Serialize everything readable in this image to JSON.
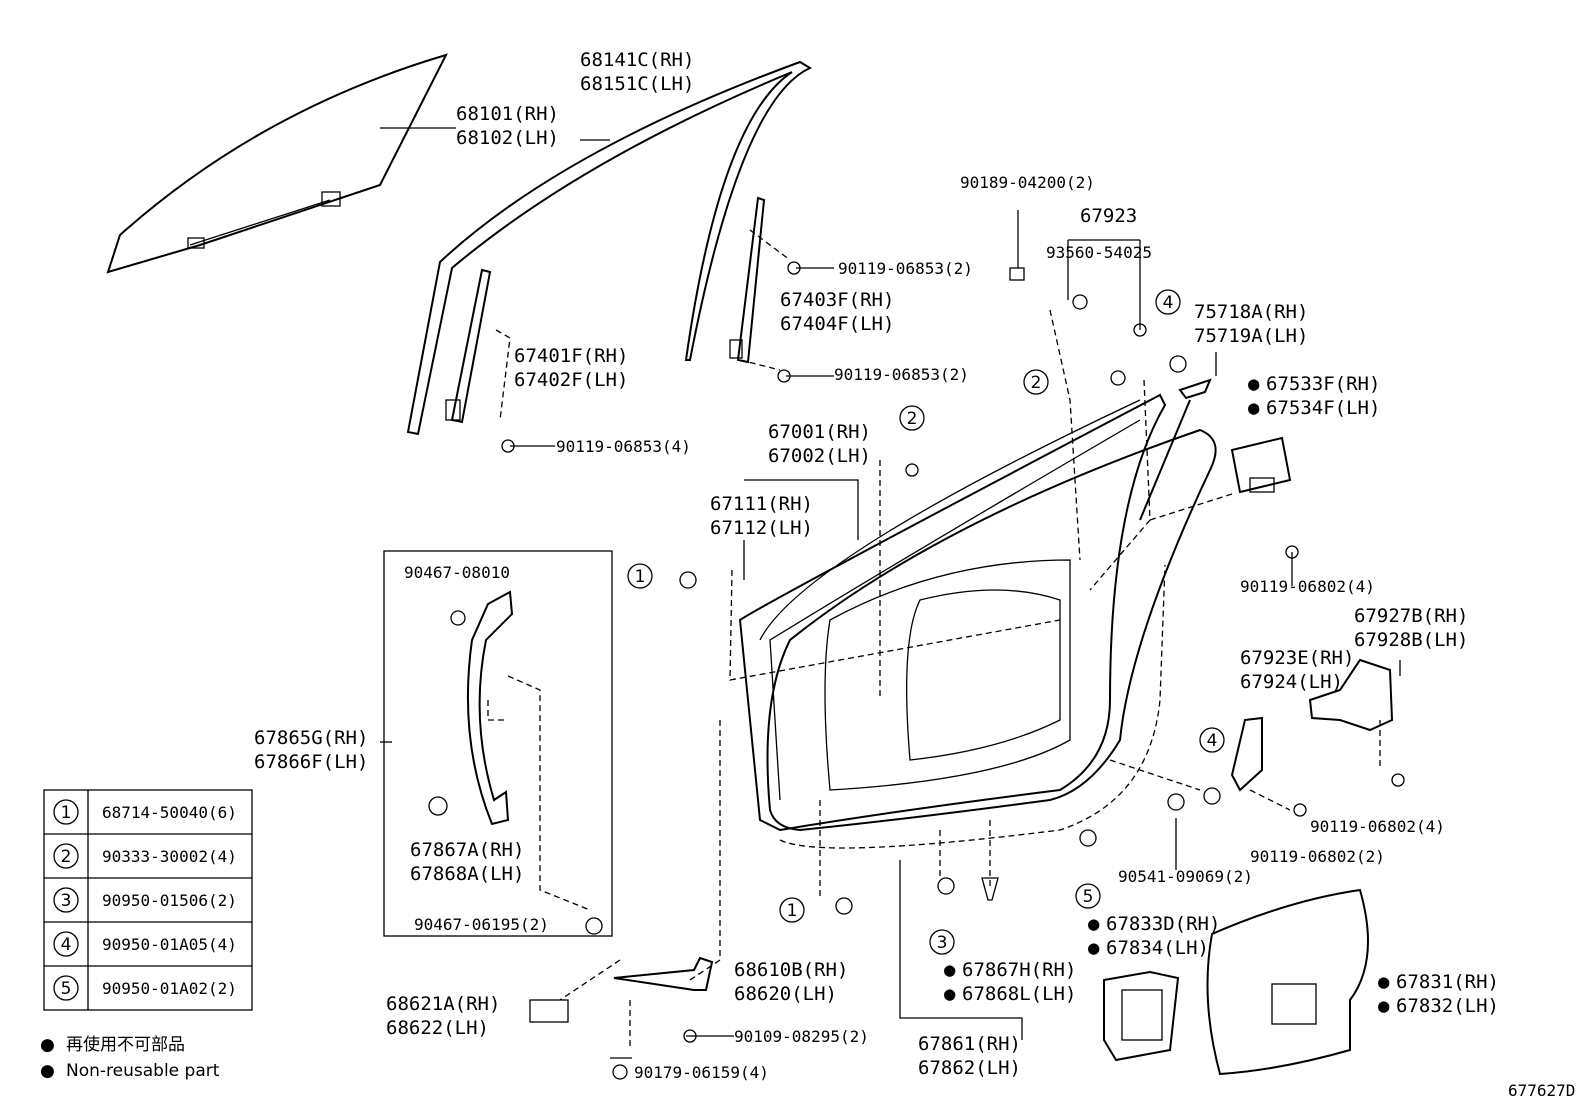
{
  "labels": {
    "windshield_glass_rh": "68101(RH)",
    "windshield_glass_lh": "68102(LH)",
    "run_channel_rh": "68141C(RH)",
    "run_channel_lh": "68151C(LH)",
    "bolt_a": "90119-06853(2)",
    "rear_channel_rh": "67403F(RH)",
    "rear_channel_lh": "67404F(LH)",
    "bolt_b": "90119-06853(2)",
    "front_channel_rh": "67401F(RH)",
    "front_channel_lh": "67402F(LH)",
    "bolt_c": "90119-06853(4)",
    "door_panel_rh": "67001(RH)",
    "door_panel_lh": "67002(LH)",
    "weatherstrip_rh": "67111(RH)",
    "weatherstrip_lh": "67112(LH)",
    "clip_top": "90189-04200(2)",
    "group_67923": "67923",
    "screw_93560": "93560-54025",
    "outer_strip_rh": "75718A(RH)",
    "outer_strip_lh": "75719A(LH)",
    "seal_rh": "67533F(RH)",
    "seal_lh": "67534F(LH)",
    "bolt_d": "90119-06802(4)",
    "bracket_rh": "67927B(RH)",
    "bracket_lh": "67928B(LH)",
    "bracket2_rh": "67923E(RH)",
    "bracket2_lh": "67924(LH)",
    "bolt_e": "90119-06802(4)",
    "bolt_f": "90119-06802(2)",
    "nut_90541": "90541-09069(2)",
    "inset_bolt_top": "90467-08010",
    "inset_part_rh": "67865G(RH)",
    "inset_part_lh": "67866F(LH)",
    "inset_clip_rh": "67867A(RH)",
    "inset_clip_lh": "67868A(LH)",
    "inset_bolt_bottom": "90467-06195(2)",
    "check_rh": "68610B(RH)",
    "check_lh": "68620(LH)",
    "cover_rh": "68621A(RH)",
    "cover_lh": "68622(LH)",
    "bolt_g": "90109-08295(2)",
    "bolt_h": "90179-06159(4)",
    "clip2_rh": "67867H(RH)",
    "clip2_lh": "67868L(LH)",
    "sealer_rh": "67861(RH)",
    "sealer_lh": "67862(LH)",
    "hole_cover_rh": "67833D(RH)",
    "hole_cover_lh": "67834(LH)",
    "service_cover_rh": "67831(RH)",
    "service_cover_lh": "67832(LH)",
    "diagram_id": "677627D"
  },
  "callouts": [
    "1",
    "2",
    "3",
    "4",
    "5"
  ],
  "parts_table": [
    {
      "ref": "1",
      "part": "68714-50040(6)"
    },
    {
      "ref": "2",
      "part": "90333-30002(4)"
    },
    {
      "ref": "3",
      "part": "90950-01506(2)"
    },
    {
      "ref": "4",
      "part": "90950-01A05(4)"
    },
    {
      "ref": "5",
      "part": "90950-01A02(2)"
    }
  ],
  "legend": {
    "bullet": "●",
    "jp_text": "再使用不可部品",
    "en_text": "Non-reusable part"
  }
}
